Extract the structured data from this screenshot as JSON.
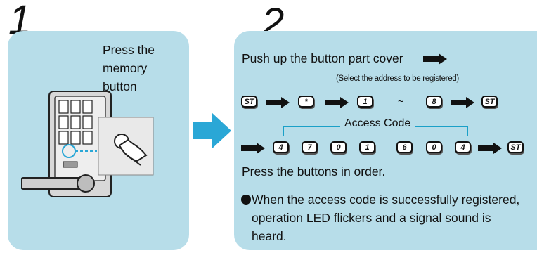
{
  "steps": {
    "one": {
      "number": "1",
      "lines": [
        "Press the",
        "memory",
        "button"
      ]
    },
    "two": {
      "number": "2",
      "cover_text": "Push up the button part cover",
      "note": "(Select the address to be registered)",
      "seq1": [
        "ST",
        "*",
        "1",
        "~",
        "8",
        "ST"
      ],
      "access_label": "Access Code",
      "seq2": [
        "4",
        "7",
        "0",
        "1",
        "6",
        "0",
        "4",
        "ST"
      ],
      "press_text": "Press the buttons in order.",
      "result_lines": [
        "When the access code is successfully registered,",
        "operation LED flickers and a signal sound is",
        "heard."
      ]
    }
  },
  "colors": {
    "panel": "#b7dde9",
    "arrow": "#2aa7d6",
    "accent": "#1aa0c8"
  }
}
